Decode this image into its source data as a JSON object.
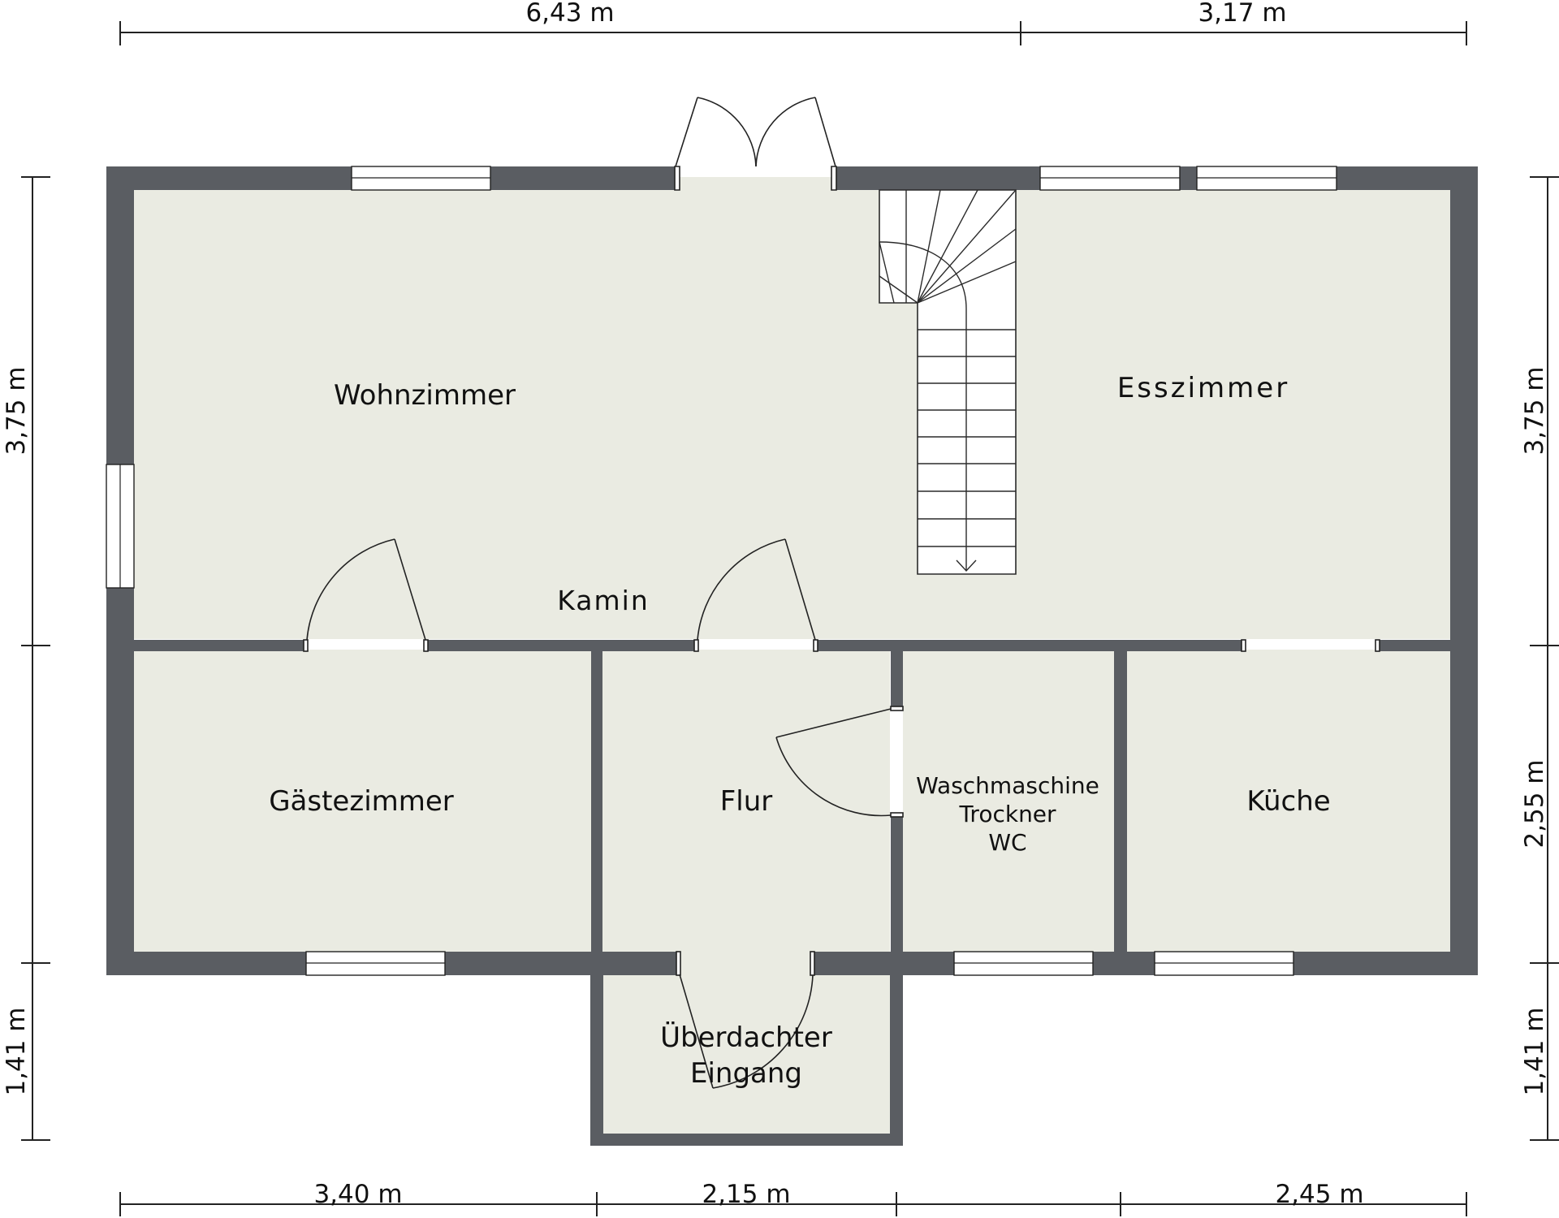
{
  "rooms": {
    "wohnzimmer": "Wohnzimmer",
    "kamin": "Kamin",
    "esszimmer": "Esszimmer",
    "gaestezimmer": "Gästezimmer",
    "flur": "Flur",
    "hwr_line1": "Waschmaschine",
    "hwr_line2": "Trockner",
    "hwr_line3": "WC",
    "kueche": "Küche",
    "eingang_line1": "Überdachter",
    "eingang_line2": "Eingang"
  },
  "dimensions": {
    "top_left": "6,43 m",
    "top_right": "3,17 m",
    "left_upper": "3,75 m",
    "left_lower": "1,41 m",
    "right_upper": "3,75 m",
    "right_middle": "2,55 m",
    "right_lower": "1,41 m",
    "bottom_1": "3,40 m",
    "bottom_2": "2,15 m",
    "bottom_3": "2,45 m"
  },
  "colors": {
    "wall": "#5a5d62",
    "floor": "#eaebe2",
    "window": "#ffffff",
    "line": "#222222"
  }
}
